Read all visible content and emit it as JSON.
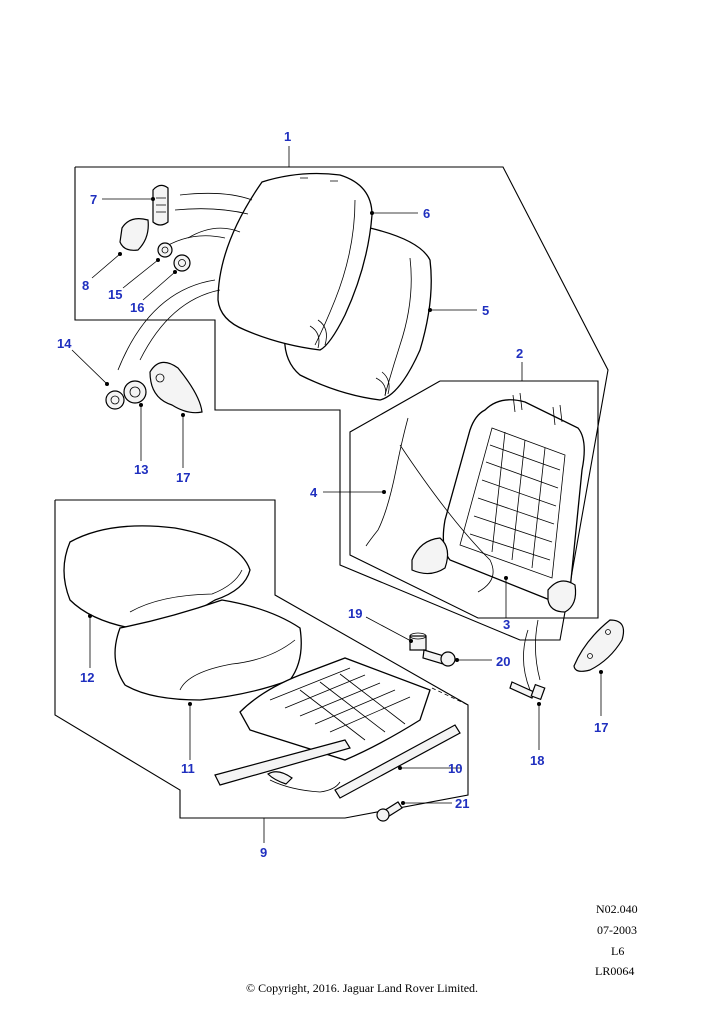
{
  "callouts": {
    "c1": "1",
    "c2": "2",
    "c3": "3",
    "c4": "4",
    "c5": "5",
    "c6": "6",
    "c7": "7",
    "c8": "8",
    "c9": "9",
    "c10": "10",
    "c11": "11",
    "c12": "12",
    "c13": "13",
    "c14": "14",
    "c15": "15",
    "c16": "16",
    "c17a": "17",
    "c17b": "17",
    "c18": "18",
    "c19": "19",
    "c20": "20",
    "c21": "21"
  },
  "reference": {
    "code": "N02.040",
    "date": "07-2003",
    "level": "L6",
    "lr_code": "LR0064"
  },
  "copyright": "© Copyright, 2016. Jaguar Land Rover Limited.",
  "colors": {
    "callout": "#1f2fbf",
    "line": "#000000",
    "background": "#ffffff"
  }
}
